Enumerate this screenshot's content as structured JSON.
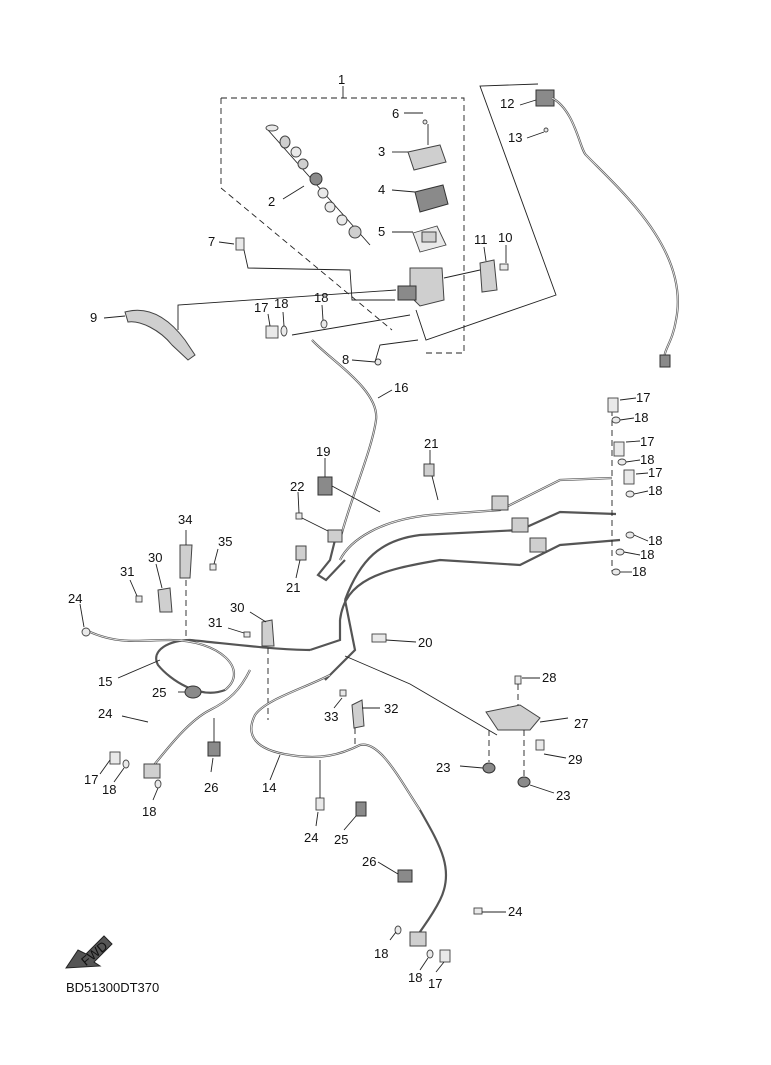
{
  "diagram": {
    "code": "BD51300DT370",
    "fwd_badge": "FWD",
    "callouts": [
      {
        "id": "c1",
        "text": "1"
      },
      {
        "id": "c2",
        "text": "2"
      },
      {
        "id": "c3",
        "text": "3"
      },
      {
        "id": "c4",
        "text": "4"
      },
      {
        "id": "c5",
        "text": "5"
      },
      {
        "id": "c6",
        "text": "6"
      },
      {
        "id": "c7",
        "text": "7"
      },
      {
        "id": "c8",
        "text": "8"
      },
      {
        "id": "c9",
        "text": "9"
      },
      {
        "id": "c10",
        "text": "10"
      },
      {
        "id": "c11",
        "text": "11"
      },
      {
        "id": "c12",
        "text": "12"
      },
      {
        "id": "c13",
        "text": "13"
      },
      {
        "id": "c14",
        "text": "14"
      },
      {
        "id": "c15",
        "text": "15"
      },
      {
        "id": "c16",
        "text": "16"
      },
      {
        "id": "c17a",
        "text": "17"
      },
      {
        "id": "c18a",
        "text": "18"
      },
      {
        "id": "c18b",
        "text": "18"
      },
      {
        "id": "c17b",
        "text": "17"
      },
      {
        "id": "c18c",
        "text": "18"
      },
      {
        "id": "c17c",
        "text": "17"
      },
      {
        "id": "c18d",
        "text": "18"
      },
      {
        "id": "c17d",
        "text": "17"
      },
      {
        "id": "c18e",
        "text": "18"
      },
      {
        "id": "c18f",
        "text": "18"
      },
      {
        "id": "c18g",
        "text": "18"
      },
      {
        "id": "c18h",
        "text": "18"
      },
      {
        "id": "c19",
        "text": "19"
      },
      {
        "id": "c20",
        "text": "20"
      },
      {
        "id": "c21a",
        "text": "21"
      },
      {
        "id": "c21b",
        "text": "21"
      },
      {
        "id": "c22",
        "text": "22"
      },
      {
        "id": "c23a",
        "text": "23"
      },
      {
        "id": "c23b",
        "text": "23"
      },
      {
        "id": "c24a",
        "text": "24"
      },
      {
        "id": "c24b",
        "text": "24"
      },
      {
        "id": "c24c",
        "text": "24"
      },
      {
        "id": "c24d",
        "text": "24"
      },
      {
        "id": "c25a",
        "text": "25"
      },
      {
        "id": "c25b",
        "text": "25"
      },
      {
        "id": "c26a",
        "text": "26"
      },
      {
        "id": "c26b",
        "text": "26"
      },
      {
        "id": "c27",
        "text": "27"
      },
      {
        "id": "c28",
        "text": "28"
      },
      {
        "id": "c29",
        "text": "29"
      },
      {
        "id": "c30a",
        "text": "30"
      },
      {
        "id": "c30b",
        "text": "30"
      },
      {
        "id": "c31a",
        "text": "31"
      },
      {
        "id": "c31b",
        "text": "31"
      },
      {
        "id": "c32",
        "text": "32"
      },
      {
        "id": "c33",
        "text": "33"
      },
      {
        "id": "c34",
        "text": "34"
      },
      {
        "id": "c35",
        "text": "35"
      },
      {
        "id": "c17e",
        "text": "17"
      },
      {
        "id": "c18i",
        "text": "18"
      },
      {
        "id": "c18j",
        "text": "18"
      },
      {
        "id": "c17f",
        "text": "17"
      },
      {
        "id": "c18k",
        "text": "18"
      },
      {
        "id": "c18l",
        "text": "18"
      }
    ]
  }
}
